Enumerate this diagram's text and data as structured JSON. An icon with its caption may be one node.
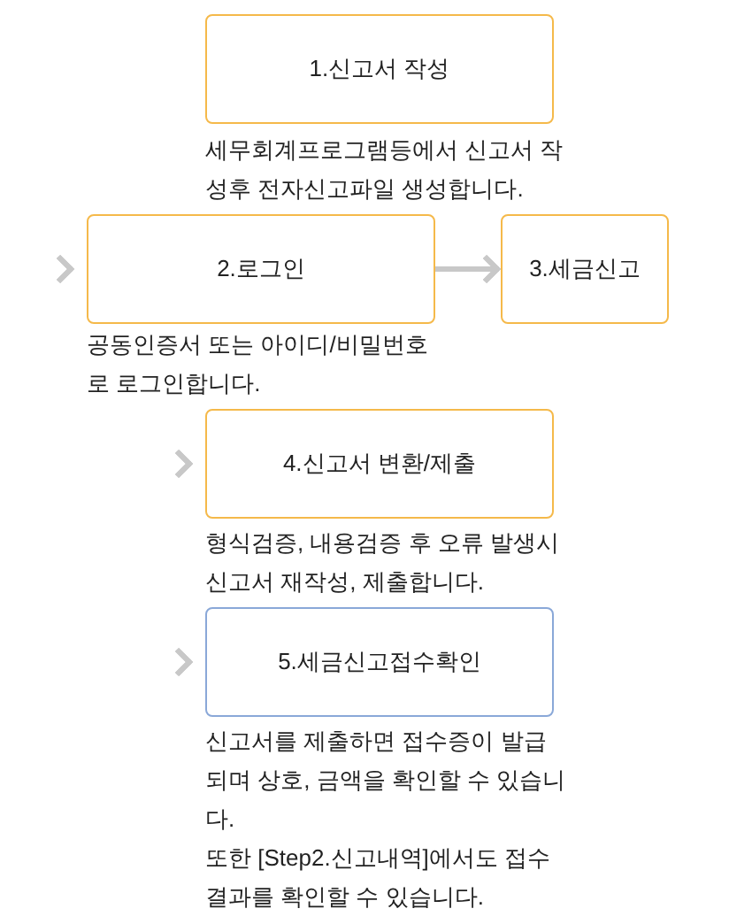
{
  "diagram": {
    "nodes": [
      {
        "text": [
          "1.신고서 작성"
        ],
        "beside": [
          "세무회계프로그램등에서 신고서 작성후 전자신고파일 생성합니다."
        ]
      },
      {
        "text": [
          "2.로그인"
        ],
        "beside": [
          "공동인증서 또는 아이디/비밀번호로 로그인합니다."
        ]
      },
      {
        "text": [
          "3.세금신고"
        ]
      },
      {
        "text": [
          "4.신고서 변환/제출"
        ],
        "beside": [
          "형식검증, 내용검증 후 오류 발생시 신고서 재작성, 제출합니다."
        ]
      },
      {
        "text": [
          "5.세금신고접수확인"
        ],
        "beside": [
          "신고서를 제출하면 접수증이 발급되며 상호, 금액을 확인할 수 있습니다.",
          "또한 [Step2.신고내역]에서도 접수 결과를 확인할 수 있습니다."
        ]
      }
    ],
    "edges": [
      {
        "from": null,
        "to": 1,
        "arrow": "to"
      },
      {
        "from": 1,
        "to": 2,
        "arrow": "to"
      },
      {
        "from": null,
        "to": 3,
        "arrow": "to"
      },
      {
        "from": null,
        "to": 4,
        "arrow": "to"
      }
    ]
  }
}
